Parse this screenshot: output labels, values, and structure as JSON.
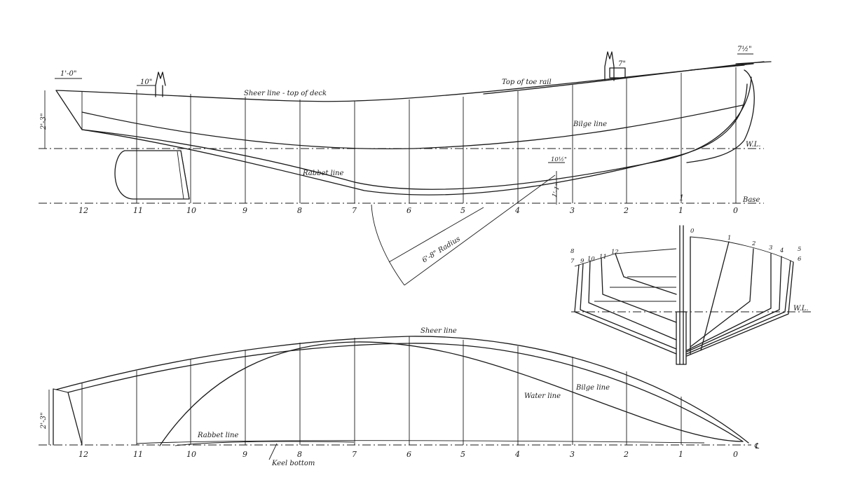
{
  "profile": {
    "dims": {
      "bow_overhang": "1'-0\"",
      "freeboard": "2'-3\"",
      "stern_post": "10\"",
      "stem_top": "7\"",
      "stem_rail": "7½\"",
      "keel_drop": "10½\"",
      "keel_tick": "1'-1\""
    },
    "labels": {
      "sheer": "Sheer line - top of deck",
      "toe_rail": "Top of toe rail",
      "bilge": "Bilge line",
      "wl": "W.L.",
      "rabbet": "Rabbet line",
      "base": "Base",
      "radius": "6'-8\" Radius"
    },
    "station_numbers": [
      "12",
      "11",
      "10",
      "9",
      "8",
      "7",
      "6",
      "5",
      "4",
      "3",
      "2",
      "1",
      "0"
    ],
    "base_marker": "1"
  },
  "body_plan": {
    "left_stations": [
      "8",
      "7",
      "9",
      "10",
      "11",
      "12"
    ],
    "right_stations": [
      "0",
      "1",
      "2",
      "3",
      "4",
      "5",
      "6"
    ],
    "wl": "W.L."
  },
  "plan_view": {
    "labels": {
      "sheer": "Sheer line",
      "bilge": "Bilge line",
      "water": "Water line",
      "rabbet": "Rabbet line",
      "keel": "Keel bottom",
      "half_beam": "2'-3\"",
      "centerline": "℄"
    },
    "station_numbers": [
      "12",
      "11",
      "10",
      "9",
      "8",
      "7",
      "6",
      "5",
      "4",
      "3",
      "2",
      "1",
      "0"
    ]
  }
}
